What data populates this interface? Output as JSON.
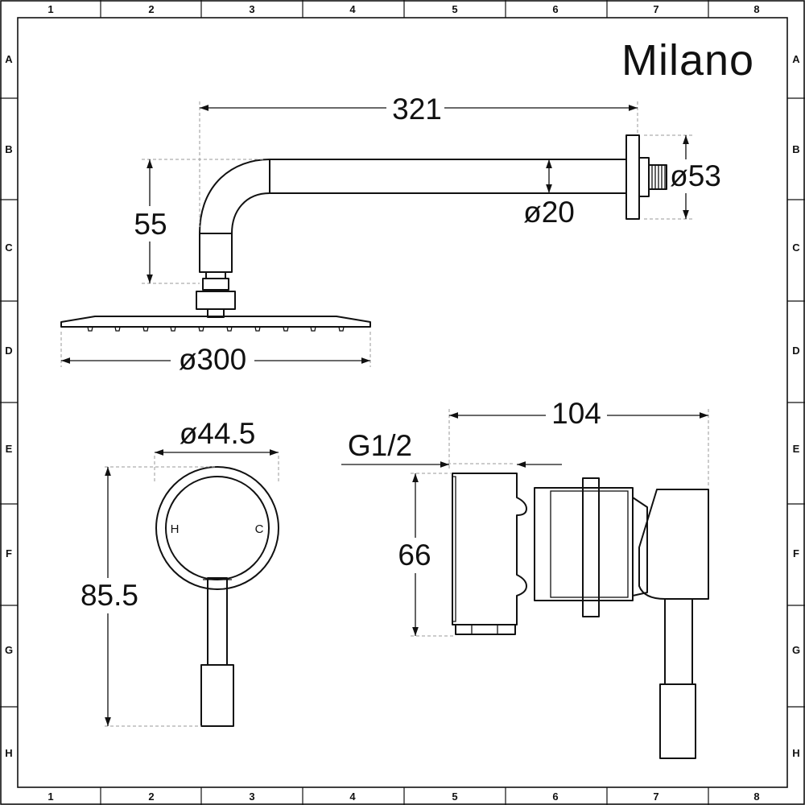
{
  "brand": {
    "name": "Milano"
  },
  "grid": {
    "columns": [
      "1",
      "2",
      "3",
      "4",
      "5",
      "6",
      "7",
      "8"
    ],
    "rows": [
      "A",
      "B",
      "C",
      "D",
      "E",
      "F",
      "G",
      "H"
    ]
  },
  "dimensions": {
    "arm_length": "321",
    "arm_drop": "55",
    "arm_diameter": "ø20",
    "wall_flange_diameter": "ø53",
    "shower_head_diameter": "ø300",
    "valve_plate_diameter": "ø44.5",
    "valve_height": "85.5",
    "inlet_thread": "G1/2",
    "valve_depth": "104",
    "valve_body_height": "66"
  },
  "valve_labels": {
    "hot": "H",
    "cold": "C"
  }
}
